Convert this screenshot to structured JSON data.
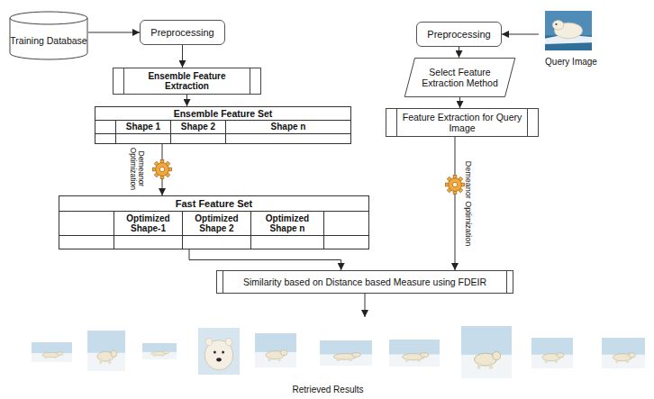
{
  "diagram": {
    "nodes": [
      {
        "text": [
          "Training Database"
        ]
      },
      {
        "text": [
          "Preprocessing"
        ]
      },
      {
        "text": [
          "Ensemble Feature Extraction"
        ]
      },
      {
        "text": [
          "Ensemble Feature Set",
          "Shape 1",
          "Shape 2",
          "Shape n"
        ]
      },
      {
        "text": [
          "Fast Feature Set",
          "Optimized Shape-1",
          "Optimized Shape 2",
          "Optimized Shape n"
        ]
      },
      {
        "text": [
          "Query Image"
        ]
      },
      {
        "text": [
          "Preprocessing"
        ]
      },
      {
        "text": [
          "Select Feature Extraction Method"
        ]
      },
      {
        "text": [
          "Feature Extraction for Query Image"
        ]
      },
      {
        "text": [
          "Similarity based on Distance based Measure using FDEIR"
        ]
      },
      {
        "text": [
          "Retrieved Results"
        ]
      }
    ],
    "edges": [
      {
        "from": 0,
        "to": 1,
        "arrow": "to"
      },
      {
        "from": 1,
        "to": 2,
        "arrow": "to"
      },
      {
        "from": 2,
        "to": 3,
        "arrow": "to"
      },
      {
        "from": 3,
        "to": 4,
        "arrow": "to"
      },
      {
        "from": 4,
        "to": 9,
        "arrow": "to"
      },
      {
        "from": 5,
        "to": 6,
        "arrow": "to"
      },
      {
        "from": 6,
        "to": 7,
        "arrow": "to"
      },
      {
        "from": 7,
        "to": 8,
        "arrow": "to"
      },
      {
        "from": 8,
        "to": 9,
        "arrow": "to"
      },
      {
        "from": 9,
        "to": 10,
        "arrow": "to"
      }
    ],
    "labels": [
      "Demeanor Optimization",
      "Demeanor Optimization"
    ]
  }
}
